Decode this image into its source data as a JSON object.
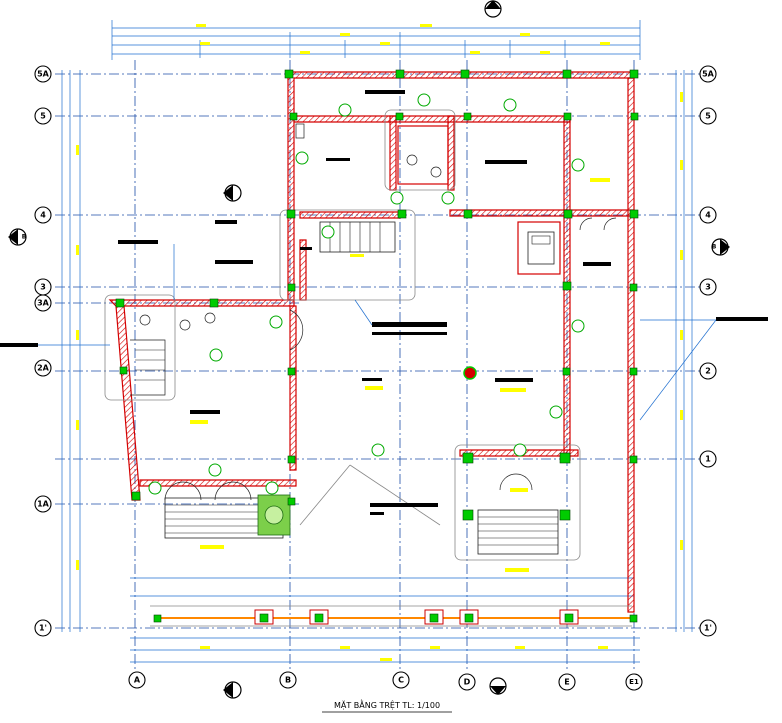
{
  "drawing": {
    "title": "MẶT BẰNG TRỆT  TL: 1/100"
  },
  "axes": {
    "bottom": [
      "A",
      "B",
      "C",
      "D",
      "E",
      "E1"
    ],
    "left": [
      "5A",
      "5",
      "4",
      "3",
      "3A",
      "2A",
      "1A",
      "1'"
    ],
    "right": [
      "5A",
      "5",
      "4",
      "3",
      "2",
      "1",
      "1'"
    ]
  },
  "section_marks": [
    "A",
    "B"
  ],
  "colors": {
    "wall": "#d40000",
    "column": "#00cc00",
    "dimension": "#1f6fd0",
    "grid": "#1f4ea8",
    "label_patch": "#ffff00"
  }
}
